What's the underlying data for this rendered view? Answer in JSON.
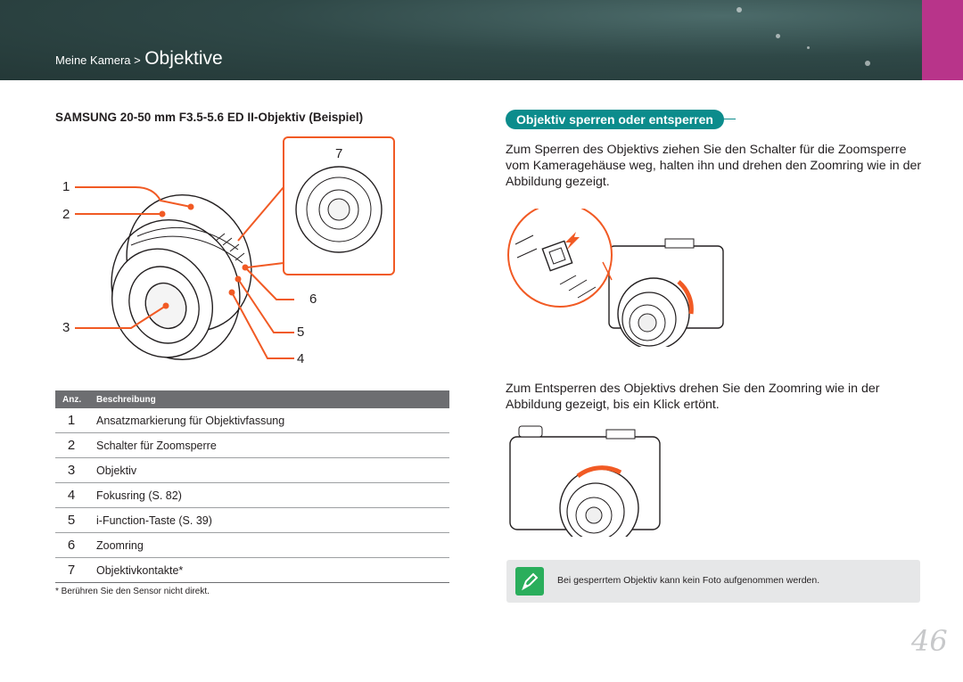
{
  "header": {
    "breadcrumb_parent": "Meine Kamera >",
    "breadcrumb_current": "Objektive",
    "accent_tab_color": "#b8348a",
    "banner_color": "#2f4847"
  },
  "left": {
    "heading": "SAMSUNG 20-50 mm F3.5-5.6 ED II-Objektiv (Beispiel)",
    "callouts": [
      "1",
      "2",
      "3",
      "4",
      "5",
      "6",
      "7"
    ],
    "table": {
      "headers": [
        "Anz.",
        "Beschreibung"
      ],
      "rows": [
        {
          "num": "1",
          "desc": "Ansatzmarkierung für Objektivfassung"
        },
        {
          "num": "2",
          "desc": "Schalter für Zoomsperre"
        },
        {
          "num": "3",
          "desc": "Objektiv"
        },
        {
          "num": "4",
          "desc": "Fokusring (S. 82)"
        },
        {
          "num": "5",
          "desc": "i-Function-Taste (S. 39)"
        },
        {
          "num": "6",
          "desc": "Zoomring"
        },
        {
          "num": "7",
          "desc": "Objektivkontakte*"
        }
      ]
    },
    "footnote": "* Berühren Sie den Sensor nicht direkt."
  },
  "right": {
    "section_title": "Objektiv sperren oder entsperren",
    "para1": "Zum Sperren des Objektivs ziehen Sie den Schalter für die Zoomsperre vom Kameragehäuse weg, halten ihn und drehen den Zoomring wie in der Abbildung gezeigt.",
    "para2": "Zum Entsperren des Objektivs drehen Sie den Zoomring wie in der Abbildung gezeigt, bis ein Klick ertönt.",
    "note": "Bei gesperrtem Objektiv kann kein Foto aufgenommen werden.",
    "note_icon": "pen-note-icon",
    "accent_color": "#0c8c8c",
    "arrow_color": "#f15a24"
  },
  "page_number": "46"
}
